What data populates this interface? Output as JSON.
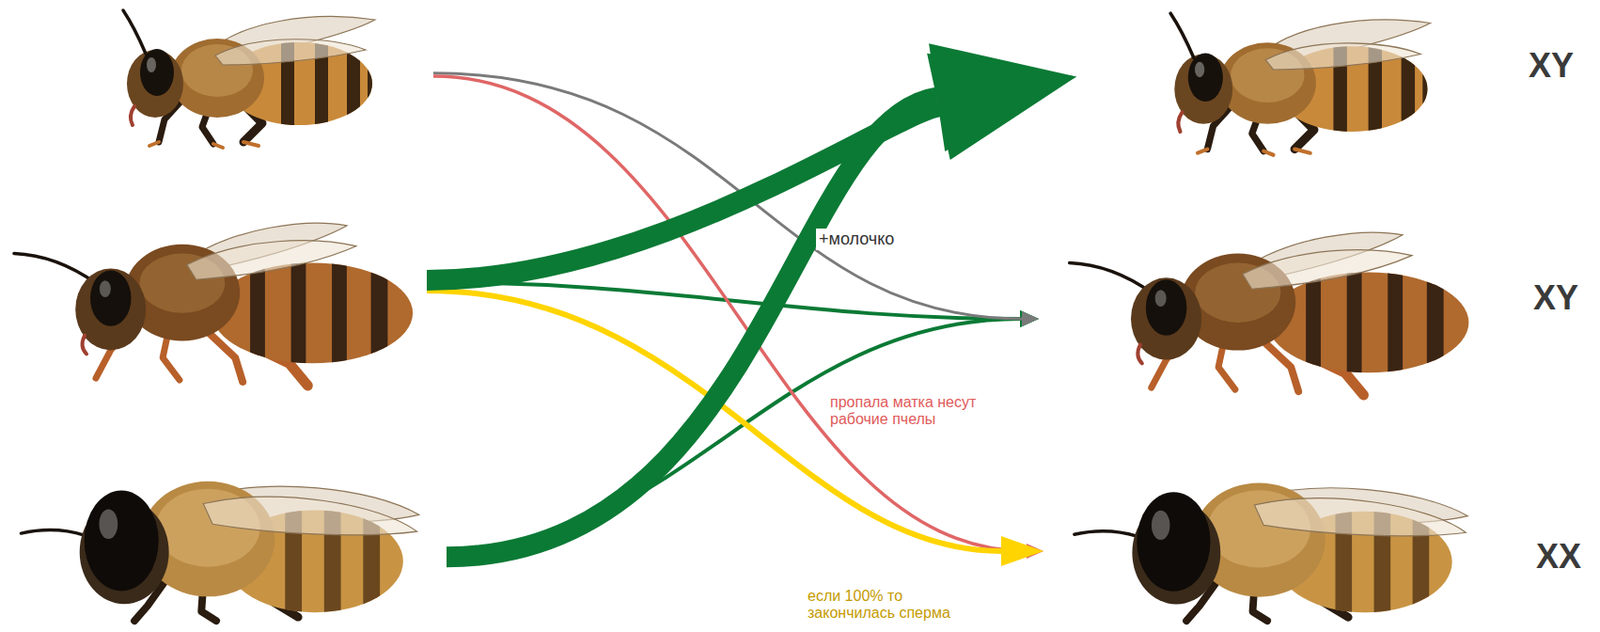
{
  "diagram": {
    "nodes": [
      {
        "text": []
      },
      {
        "text": []
      },
      {
        "text": []
      },
      {
        "text": [
          "XY"
        ]
      },
      {
        "text": [
          "XY"
        ]
      },
      {
        "text": [
          "XX"
        ]
      }
    ],
    "edges": [
      {
        "from": 0,
        "to": 4,
        "label": "+молочко",
        "arrow": "to"
      },
      {
        "from": 0,
        "to": 5,
        "label": "пропала матка несут рабочие пчелы",
        "arrow": "to"
      },
      {
        "from": 1,
        "to": 3,
        "arrow": "to"
      },
      {
        "from": 1,
        "to": 4,
        "arrow": "to"
      },
      {
        "from": 1,
        "to": 5,
        "label": "если 100% то закончилась сперма",
        "arrow": "to"
      },
      {
        "from": 2,
        "to": 3,
        "arrow": "to"
      },
      {
        "from": 2,
        "to": 4,
        "arrow": "to"
      }
    ]
  }
}
